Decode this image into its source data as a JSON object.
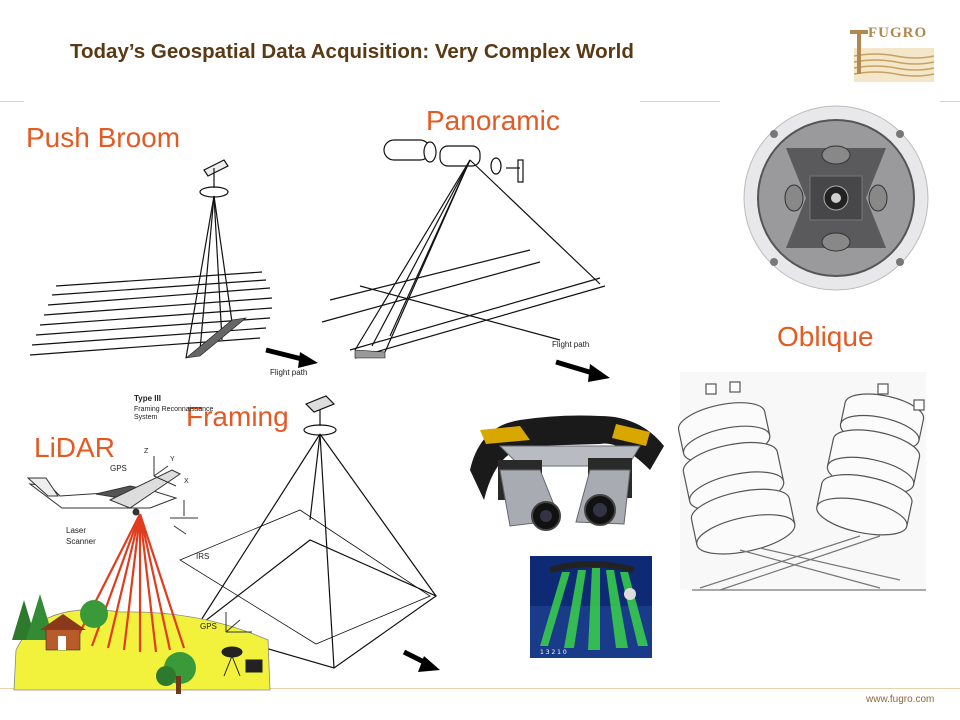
{
  "header": {
    "title": "Today’s Geospatial Data Acquisition: Very Complex World",
    "logo_text": "FUGRO"
  },
  "labels": {
    "push_broom": "Push Broom",
    "panoramic": "Panoramic",
    "oblique": "Oblique",
    "framing": "Framing",
    "lidar": "LiDAR"
  },
  "diagram_text": {
    "flight_path_1": "Flight path",
    "flight_path_2": "Flight path",
    "type_iii": "Type III",
    "framing_system": "Framing Reconnaissance System",
    "gps": "GPS",
    "laser_scanner_1": "Laser",
    "laser_scanner_2": "Scanner",
    "irs": "IRS",
    "gps_2": "GPS",
    "axis_z": "Z",
    "axis_y": "Y",
    "axis_x": "X"
  },
  "footer": {
    "url": "www.fugro.com"
  },
  "colors": {
    "title": "#5a3a14",
    "label": "#e35a25",
    "rule": "#e6d2ad",
    "logo": "#c8a064",
    "lidar_beam": "#e03c1e",
    "ground": "#f0f040"
  }
}
